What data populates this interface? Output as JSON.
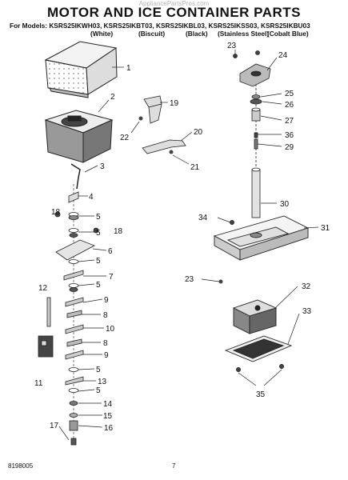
{
  "header": {
    "watermark": "AppliancePartsPros.com",
    "title": "MOTOR AND ICE CONTAINER PARTS",
    "models_line": "For Models: KSRS25IKWH03, KSRS25IKBT03, KSRS25IKBL03, KSRS25IKSS03, KSRS25IKBU03",
    "colors": [
      "(White)",
      "(Biscuit)",
      "(Black)",
      "(Stainless Steel)",
      "(Cobalt Blue)"
    ]
  },
  "callouts": [
    "1",
    "2",
    "3",
    "4",
    "5",
    "5",
    "18",
    "18",
    "6",
    "5",
    "7",
    "5",
    "12",
    "9",
    "8",
    "10",
    "8",
    "9",
    "5",
    "13",
    "5",
    "11",
    "14",
    "15",
    "16",
    "17",
    "19",
    "20",
    "21",
    "22",
    "23",
    "24",
    "25",
    "26",
    "27",
    "36",
    "29",
    "30",
    "34",
    "31",
    "23",
    "32",
    "33",
    "35"
  ],
  "footer": {
    "doc_number": "8198005",
    "page_number": "7"
  }
}
